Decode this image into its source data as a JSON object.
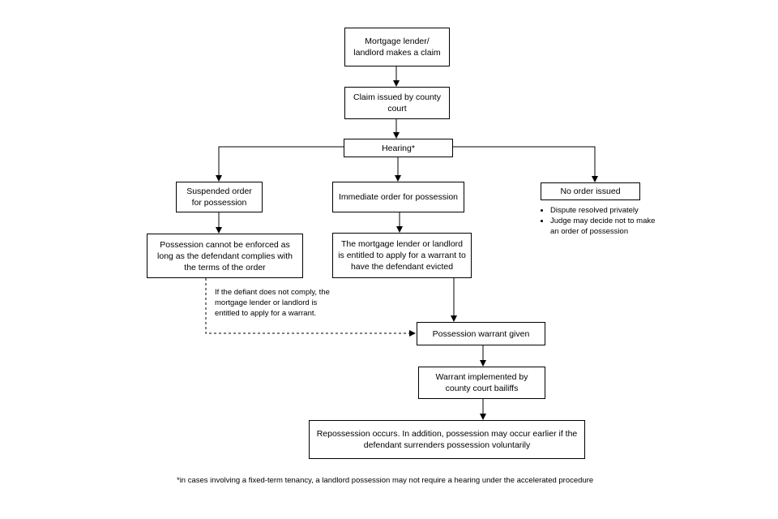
{
  "nodes": {
    "claim": "Mortgage lender/ landlord makes a claim",
    "issued": "Claim issued by county court",
    "hearing": "Hearing*",
    "suspended": "Suspended order for possession",
    "immediate": "Immediate order for possession",
    "no_order": "No order issued",
    "cannot_enforce": "Possession cannot be enforced as long as the defendant complies with the terms of the order",
    "entitled": "The mortgage lender or landlord is entitled to apply for a warrant to have the defendant evicted",
    "warrant_given": "Possession warrant given",
    "warrant_impl": "Warrant implemented by county court bailiffs",
    "repossession": "Repossession occurs. In addition, possession may occur earlier if the defendant surrenders possession voluntarily"
  },
  "no_order_bullets": [
    "Dispute resolved privately",
    "Judge may decide not to make an order of possession"
  ],
  "dashed_note": "If the defiant does not comply, the mortgage lender or landlord is entitled to apply for a warrant.",
  "footnote": "*in cases involving a fixed-term tenancy, a landlord possession may not require a hearing under the accelerated procedure"
}
